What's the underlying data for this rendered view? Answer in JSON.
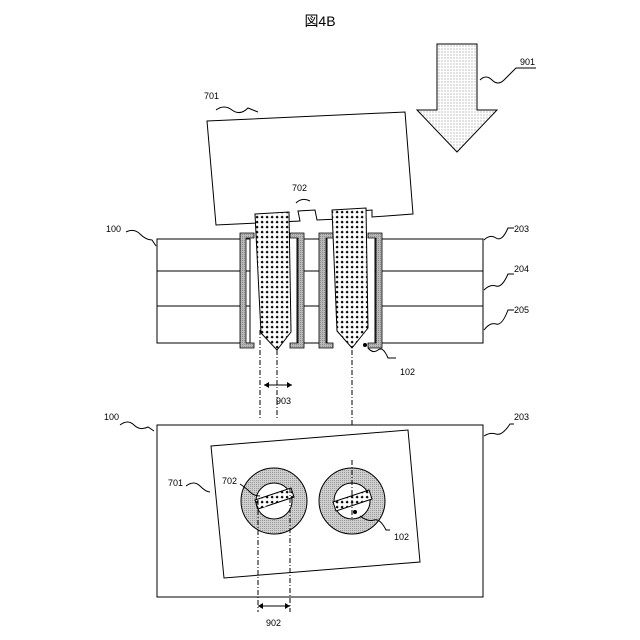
{
  "title": "図4B",
  "labels": {
    "l901": "901",
    "l701_top": "701",
    "l702_top": "702",
    "l100_top": "100",
    "l203_top": "203",
    "l204": "204",
    "l205": "205",
    "l102_top": "102",
    "l903": "903",
    "l100_bottom": "100",
    "l203_bottom": "203",
    "l701_bottom": "701",
    "l702_bottom": "702",
    "l102_bottom": "102",
    "l902": "902"
  }
}
